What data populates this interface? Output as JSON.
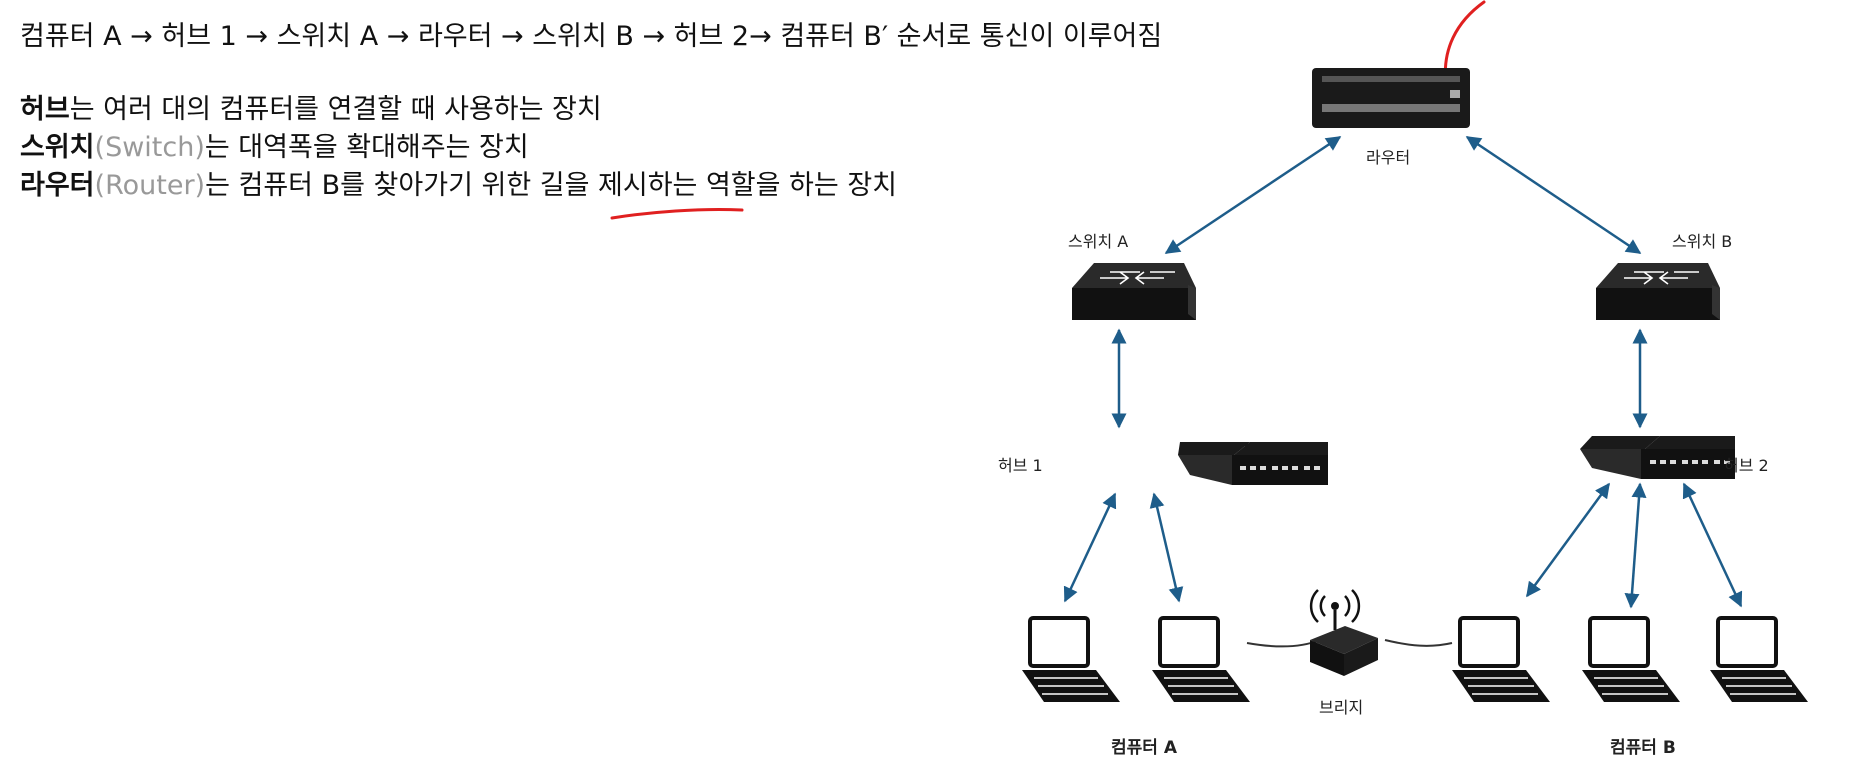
{
  "text": {
    "path": "컴퓨터 A → 허브 1 → 스위치 A → 라우터 → 스위치 B → 허브 2→ 컴퓨터 B′ 순서로 통신이 이루어짐",
    "hub_term": "허브",
    "hub_desc": "는 여러 대의 컴퓨터를 연결할 때 사용하는 장치",
    "switch_term": "스위치",
    "switch_en": "(Switch)",
    "switch_desc": "는 대역폭을 확대해주는 장치",
    "router_term": "라우터",
    "router_en": "(Router)",
    "router_desc": "는 컴퓨터 B를 찾아가기 위한 길을 제시하는 역할을 하는 장치"
  },
  "diagram": {
    "router": "라우터",
    "switch_a": "스위치 A",
    "switch_b": "스위치 B",
    "hub_1": "허브 1",
    "hub_2": "허브 2",
    "bridge": "브리지",
    "computer_a": "컴퓨터 A",
    "computer_b": "컴퓨터 B"
  },
  "colors": {
    "arrow": "#1e5d8a",
    "annotation": "#e02020",
    "device": "#151515"
  }
}
